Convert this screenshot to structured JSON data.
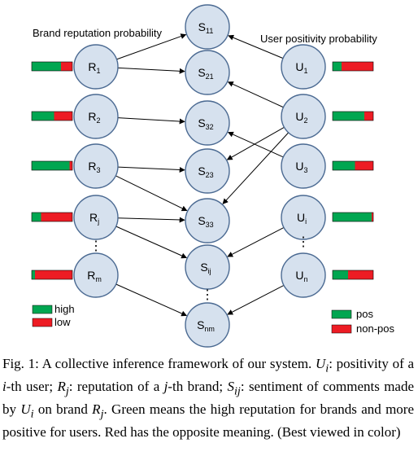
{
  "labels": {
    "brand_column": "Brand reputation probability",
    "user_column": "User positivity probability"
  },
  "brand_nodes": [
    {
      "id": "R1",
      "main": "R",
      "sub": "1",
      "high": 0.72
    },
    {
      "id": "R2",
      "main": "R",
      "sub": "2",
      "high": 0.55
    },
    {
      "id": "R3",
      "main": "R",
      "sub": "3",
      "high": 0.93
    },
    {
      "id": "Rj",
      "main": "R",
      "sub": "j",
      "high": 0.23
    },
    {
      "id": "Rm",
      "main": "R",
      "sub": "m",
      "high": 0.08
    }
  ],
  "sentiment_nodes": [
    {
      "id": "S11",
      "main": "S",
      "sub": "11"
    },
    {
      "id": "S21",
      "main": "S",
      "sub": "21"
    },
    {
      "id": "S32",
      "main": "S",
      "sub": "32"
    },
    {
      "id": "S23",
      "main": "S",
      "sub": "23"
    },
    {
      "id": "S33",
      "main": "S",
      "sub": "33"
    },
    {
      "id": "Sij",
      "main": "S",
      "sub": "ij"
    },
    {
      "id": "Snm",
      "main": "S",
      "sub": "nm"
    }
  ],
  "user_nodes": [
    {
      "id": "U1",
      "main": "U",
      "sub": "1",
      "pos": 0.22
    },
    {
      "id": "U2",
      "main": "U",
      "sub": "2",
      "pos": 0.78
    },
    {
      "id": "U3",
      "main": "U",
      "sub": "3",
      "pos": 0.55
    },
    {
      "id": "Ui",
      "main": "U",
      "sub": "i",
      "pos": 0.96
    },
    {
      "id": "Un",
      "main": "U",
      "sub": "n",
      "pos": 0.38
    }
  ],
  "edges": [
    [
      "R1",
      "S11"
    ],
    [
      "R1",
      "S21"
    ],
    [
      "R2",
      "S32"
    ],
    [
      "R3",
      "S23"
    ],
    [
      "R3",
      "S33"
    ],
    [
      "Rj",
      "S33"
    ],
    [
      "Rj",
      "Sij"
    ],
    [
      "Rm",
      "Snm"
    ],
    [
      "U1",
      "S11"
    ],
    [
      "U2",
      "S21"
    ],
    [
      "U2",
      "S23"
    ],
    [
      "U2",
      "S33"
    ],
    [
      "U3",
      "S32"
    ],
    [
      "Ui",
      "Sij"
    ],
    [
      "Un",
      "Snm"
    ]
  ],
  "ellipsis": "⋮",
  "legend_brand": [
    {
      "label": "high",
      "color": "#00a651"
    },
    {
      "label": "low",
      "color": "#ed1c24"
    }
  ],
  "legend_user": [
    {
      "label": "pos",
      "color": "#00a651"
    },
    {
      "label": "non-pos",
      "color": "#ed1c24"
    }
  ],
  "colors": {
    "positive": "#00a651",
    "negative": "#ed1c24",
    "node_fill": "#d6e1ee",
    "node_stroke": "#4b6a92"
  },
  "caption": {
    "prefix": "Fig. 1: A collective inference framework of our system.",
    "u_sym": "U",
    "u_sub": "i",
    "t1": ": positivity of a",
    "i_var": "i",
    "t2": "-th user;",
    "r_sym": "R",
    "r_sub": "j",
    "t3": ": reputation of a",
    "j_var": "j",
    "t4": "-th brand;",
    "s_sym": "S",
    "s_sub": "ij",
    "t5": ": sentiment of comments made by",
    "t6": "on brand",
    "t7": ". Green means the high reputation for brands and more positive for users. Red has the opposite meaning. (Best viewed in color)"
  }
}
